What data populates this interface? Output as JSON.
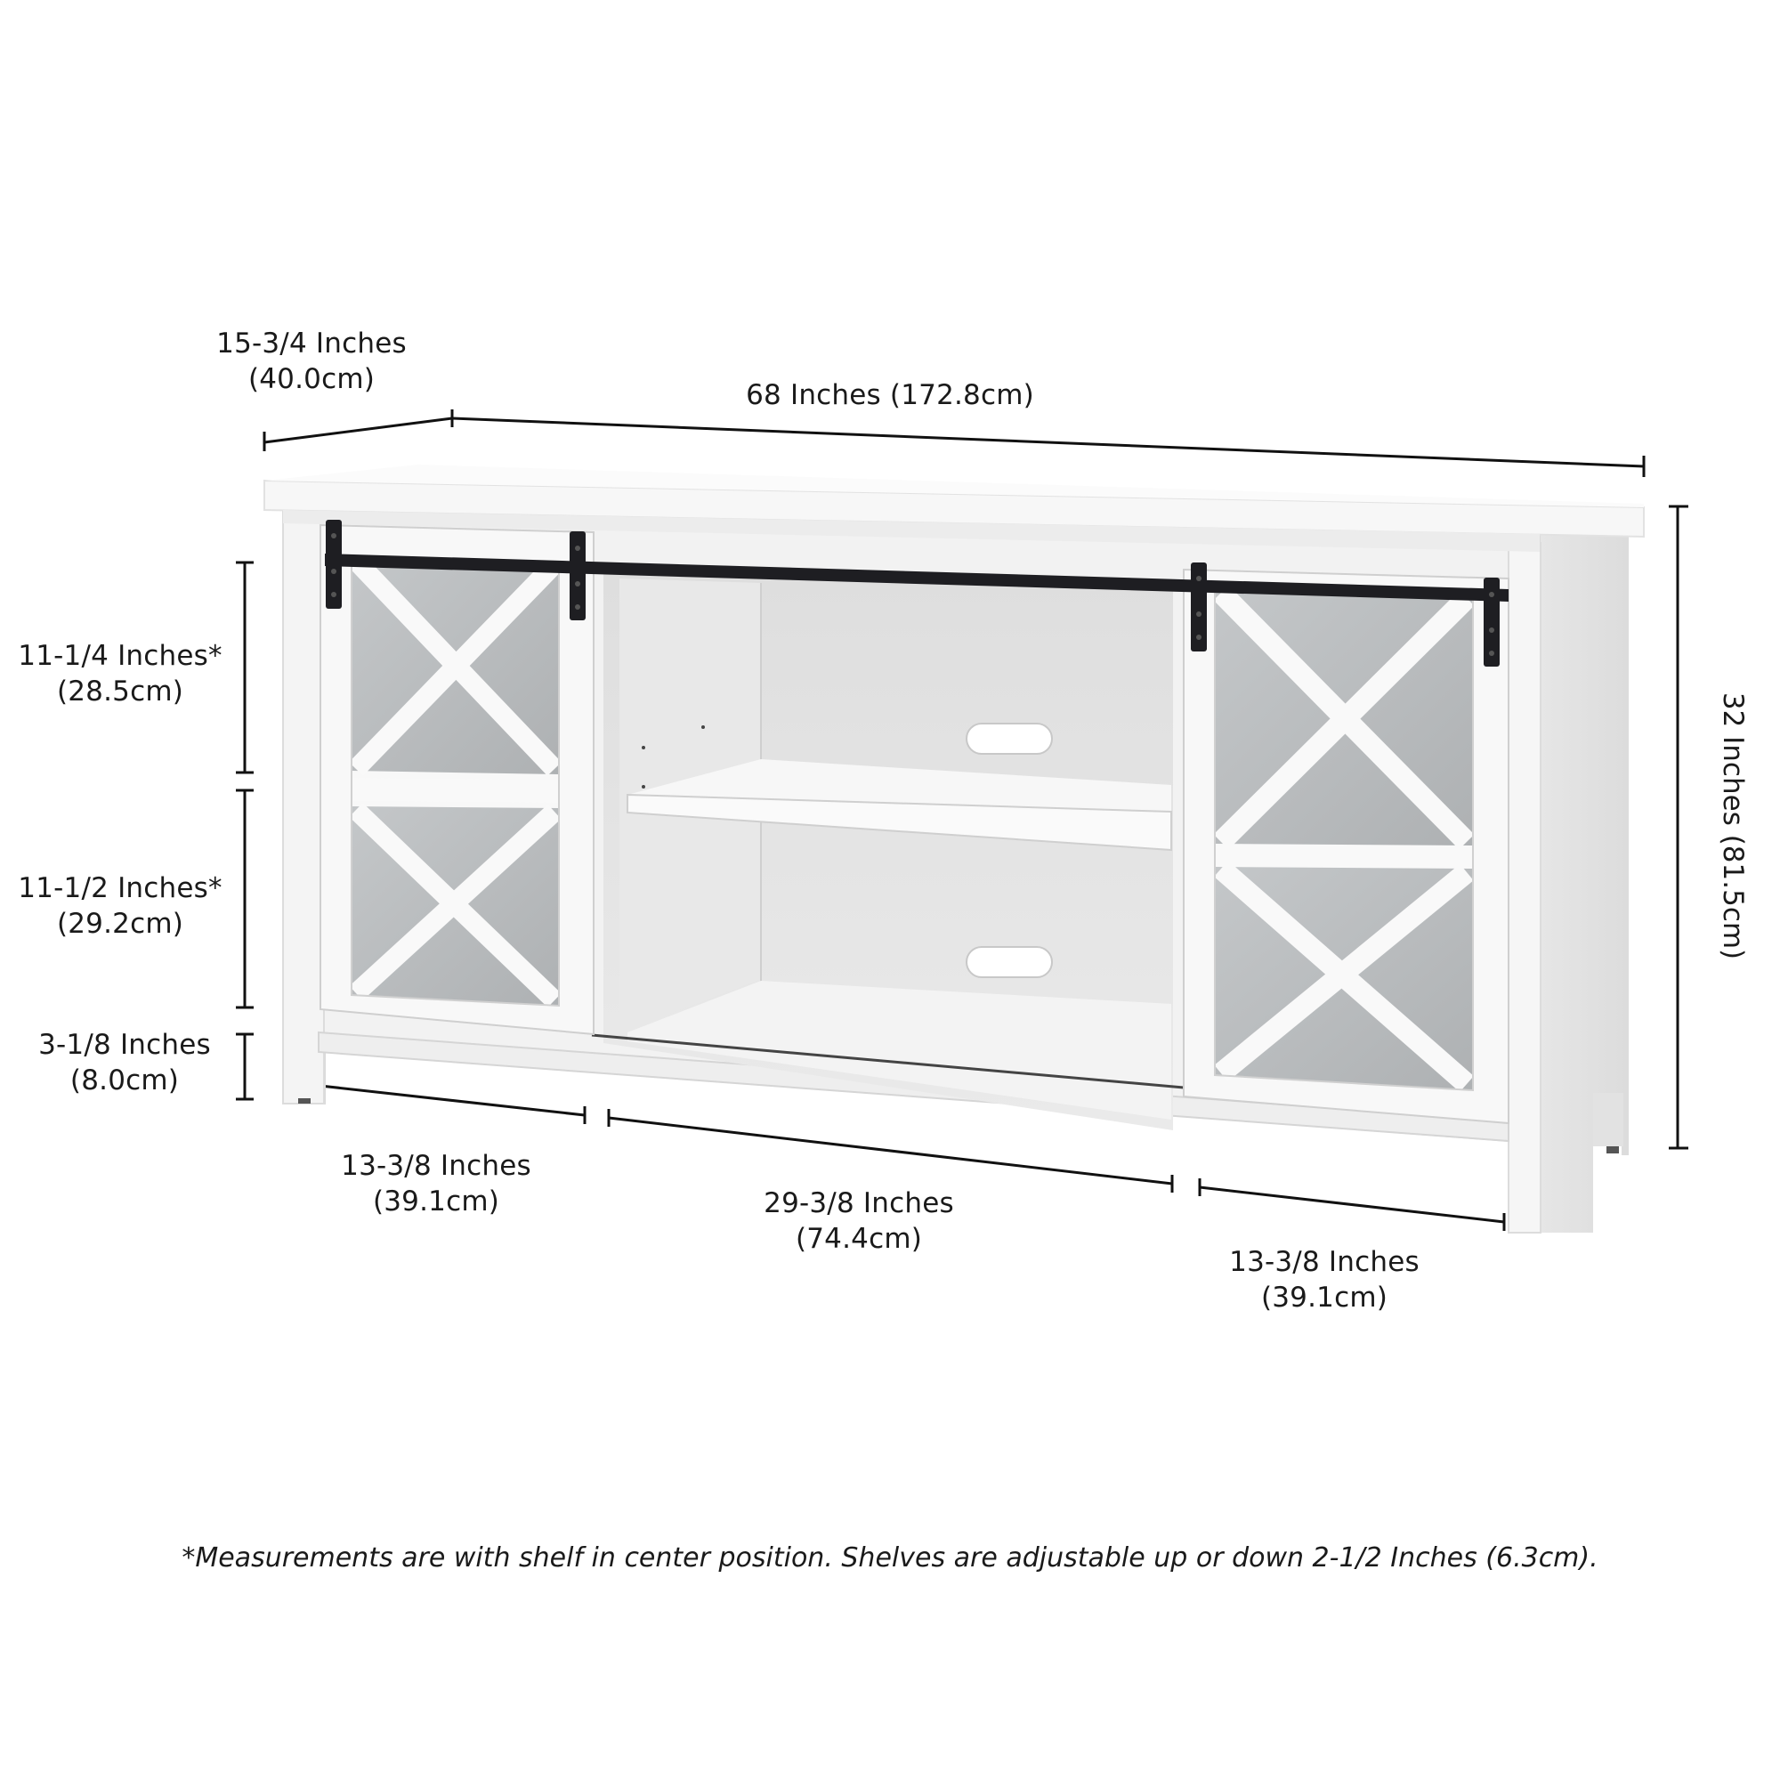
{
  "product": {
    "type": "TV stand with sliding barn doors",
    "finish_color": "#f4f4f4",
    "hardware_color": "#1e1e22",
    "glass_color": "#b9bcbe"
  },
  "dimensions": {
    "depth": {
      "inches": "15-3/4 Inches",
      "cm": "(40.0cm)"
    },
    "width": {
      "label": "68 Inches (172.8cm)"
    },
    "height": {
      "label": "32 Inches (81.5cm)"
    },
    "upper_shelf_height": {
      "inches": "11-1/4 Inches*",
      "cm": "(28.5cm)"
    },
    "lower_shelf_height": {
      "inches": "11-1/2 Inches*",
      "cm": "(29.2cm)"
    },
    "leg_clearance": {
      "inches": "3-1/8 Inches",
      "cm": "(8.0cm)"
    },
    "left_cabinet_width": {
      "inches": "13-3/8 Inches",
      "cm": "(39.1cm)"
    },
    "center_opening_width": {
      "inches": "29-3/8 Inches",
      "cm": "(74.4cm)"
    },
    "right_cabinet_width": {
      "inches": "13-3/8 Inches",
      "cm": "(39.1cm)"
    }
  },
  "footnote": "*Measurements are with shelf in center position. Shelves are adjustable up or down 2-1/2 Inches (6.3cm)."
}
